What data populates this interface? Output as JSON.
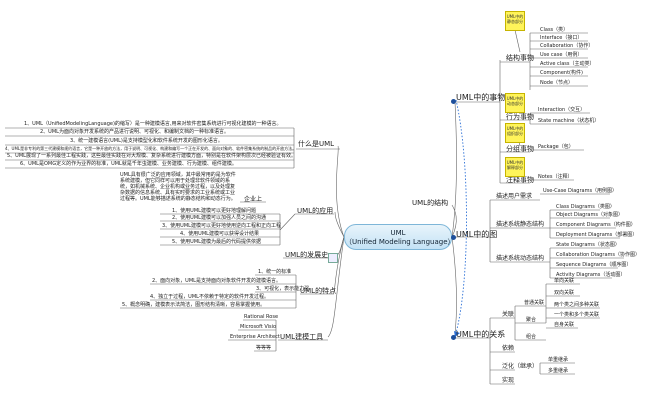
{
  "center": {
    "line1": "UML",
    "line2": "（Unified Modeling Language）"
  },
  "left": {
    "what_is": {
      "title": "什么是UML",
      "items": [
        "1、UML（UnifiedModelingLanguage)的缩写）是一种建模语言,用来对软件密集系统进行可视化建模的一种语言。",
        "2、UML为面向对象开发系统的产品进行说明、可视化、和编制文档的一种标准语言。",
        "3、统一建模语言(UML)是支持模型化和软件系统开发的图形化语言。",
        "4、UML是非专利的第三代建模和规约语言，它是一种开放的方法，用于说明、可视化、构建和编写一个正在开发的、面向对象的、软件密集系统的制品的开放方法。",
        "5、UML展现了一系列最佳工程实践，这些最佳实践在对大规模、复杂系统进行建模方面，特别是在软件架构层次已经被验证有效。",
        "6、UML是OMG定义的作为业界的标准，UML就是千年虫建模、业务建模、行为建模、组件建模。"
      ]
    },
    "application": {
      "title": "UML的应用",
      "intro": "UML具有很广泛的应用领域，其中最常用的是为软件系统建模，但它同样可以用于处理非软件领域的系统，如机械系统、企业机构或业务过程，以及处理复杂数据的信息系统、具有实时要求的工业系统或工业过程等。UML能够描述系统的静态结构和动态行为。",
      "items": [
        "1、使用UML建模可以更好地理解问题",
        "2、使用UML建模可以加强人员之间的沟通",
        "3、使用UML建模可以更好地使用逆向工程和正向工程",
        "4、使用UML建模可以获得设计结果",
        "5、使用UML建模为最后的代码提供依据"
      ]
    },
    "history": {
      "title": "UML的发展史"
    },
    "features": {
      "title": "UML的特点",
      "items": [
        "1、统一的标准",
        "2、面向对象，UML是支持面向对象软件开发的建模语言。",
        "3、可视化，表示能力强",
        "4、独立于过程，UML不依赖于特定的软件开发过程。",
        "5、概念明确，建模表示法简洁，图形结构清晰，容易掌握使用。"
      ]
    },
    "tools": {
      "title": "UML建模工具",
      "items": [
        "Rational Rose",
        "Microsoft Visio",
        "Enterprise Architect",
        "等等等"
      ]
    }
  },
  "right": {
    "structure": {
      "title": "UML的结构"
    },
    "things": {
      "title": "UML中的事物",
      "structural": {
        "label": "结构事物",
        "note": "UML中的静态部分",
        "items": [
          "Class（类）",
          "Interface（接口）",
          "Collaboration（协作）",
          "Use case（用例）",
          "Active class（主动类）",
          "Component(构件)",
          "Node（节点）"
        ]
      },
      "behavioral": {
        "label": "行为事物",
        "note": "UML中的动态部分",
        "items": [
          "Interaction（交互）",
          "State machine（状态机）"
        ]
      },
      "grouping": {
        "label": "分组事物",
        "note": "UML中的组织部分",
        "items": [
          "Package（包）"
        ]
      },
      "annotational": {
        "label": "注释事物",
        "note": "UML中的解释部分",
        "items": [
          "Notes（注释）"
        ]
      }
    },
    "diagrams": {
      "title": "UML中的图",
      "user_req": {
        "label": "描述用户需求",
        "items": [
          "Use-Case Diagrams（用例图）"
        ]
      },
      "static": {
        "label": "描述系统静态结构",
        "items": [
          "Class Diagrams（类图）",
          "Object Diagrams（对象图）",
          "Component Diagrams（构件图）",
          "Deployment Diagrams（部署图）"
        ]
      },
      "dynamic": {
        "label": "描述系统动态结构",
        "items": [
          "State Diagrams（状态图）",
          "Collaboration Diagrams（协作图）",
          "Sequence Diagrams（顺序图）",
          "Activity Diagrams（活动图）"
        ]
      }
    },
    "relations": {
      "title": "UML中的关系",
      "association": {
        "label": "关联",
        "ordinary": {
          "label": "普通关联",
          "items": [
            "单向关联",
            "双向关联",
            "两个类之间多种关联",
            "一个类和多个类关联",
            "自身关联"
          ]
        },
        "aggregation": "聚合",
        "composition": "组合"
      },
      "dependency": "依赖",
      "generalization": {
        "label": "泛化（继承）",
        "items": [
          "单重继承",
          "多重继承"
        ]
      },
      "realization": "实现"
    }
  }
}
